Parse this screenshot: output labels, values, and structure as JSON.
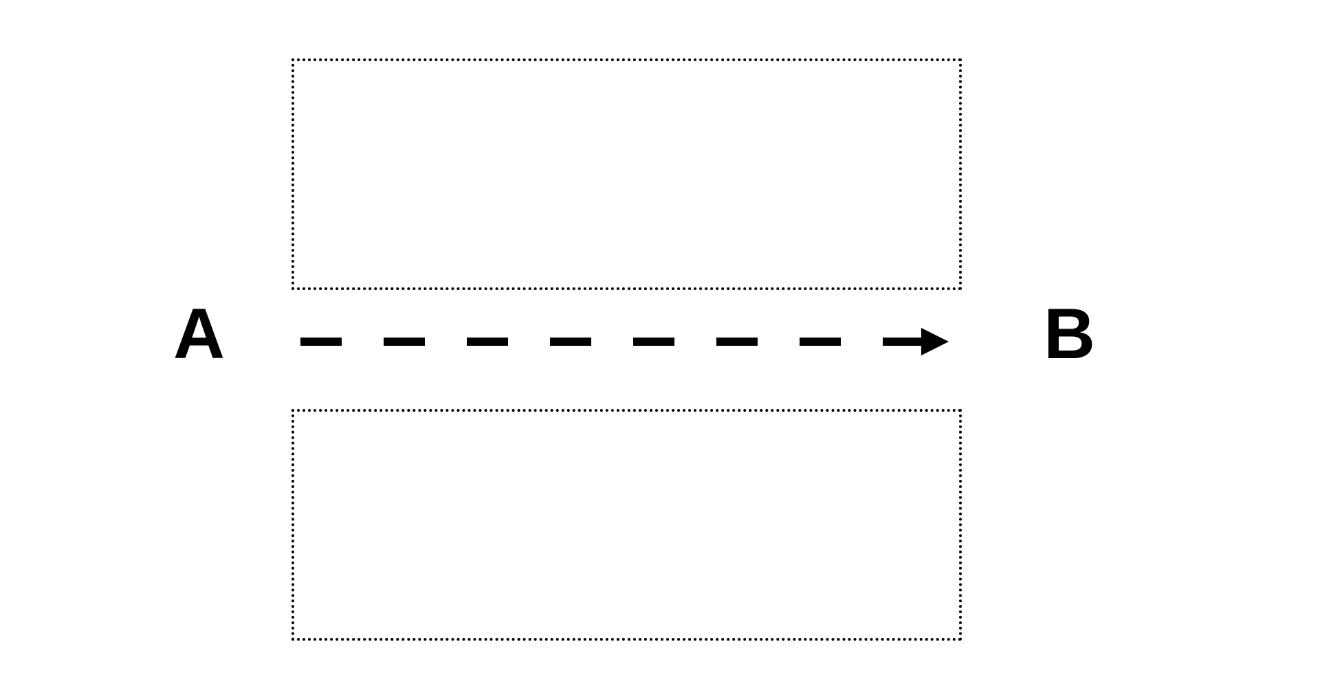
{
  "diagram": {
    "nodes": [
      {
        "id": "A",
        "label": "A"
      },
      {
        "id": "B",
        "label": "B"
      }
    ],
    "edges": [
      {
        "from": "A",
        "to": "B",
        "style": "dashed",
        "arrowhead": "end"
      }
    ],
    "regions": [
      {
        "id": "top",
        "style": "dotted"
      },
      {
        "id": "bottom",
        "style": "dotted"
      }
    ],
    "colors": {
      "stroke": "#000000",
      "background": "#ffffff"
    }
  }
}
